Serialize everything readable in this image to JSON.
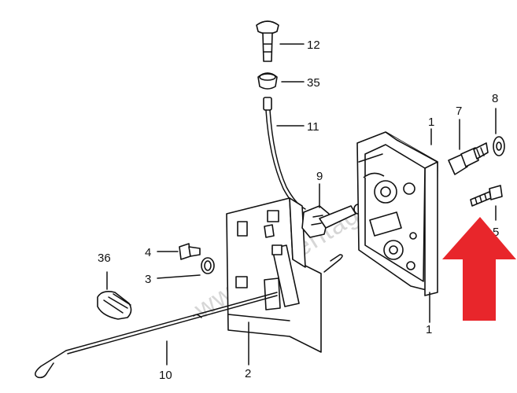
{
  "diagram": {
    "watermark": "www.vwheritage.com",
    "callouts": [
      {
        "id": "12",
        "label": "12"
      },
      {
        "id": "35",
        "label": "35"
      },
      {
        "id": "11",
        "label": "11"
      },
      {
        "id": "9",
        "label": "9"
      },
      {
        "id": "7",
        "label": "7"
      },
      {
        "id": "8",
        "label": "8"
      },
      {
        "id": "1",
        "label": "1"
      },
      {
        "id": "5",
        "label": "5"
      },
      {
        "id": "36",
        "label": "36"
      },
      {
        "id": "4",
        "label": "4"
      },
      {
        "id": "3",
        "label": "3"
      },
      {
        "id": "2",
        "label": "2"
      },
      {
        "id": "10",
        "label": "10"
      }
    ],
    "highlight": {
      "color": "#e8262b",
      "direction": "up"
    }
  }
}
